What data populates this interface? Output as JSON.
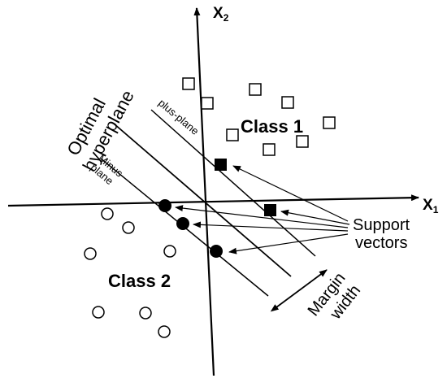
{
  "axes": {
    "x_label": "X",
    "x_sub": "1",
    "y_label": "X",
    "y_sub": "2"
  },
  "labels": {
    "class1": "Class 1",
    "class2": "Class 2",
    "plus_plane": "plus-plane",
    "minus_plane_line1": "Minus",
    "minus_plane_line2": "plane",
    "optimal_line1": "Optimal",
    "optimal_line2": "hyperplane",
    "support_line1": "Support",
    "support_line2": "vectors",
    "margin_line1": "Margin",
    "margin_line2": "width"
  },
  "colors": {
    "ink": "#000000",
    "background": "#ffffff"
  }
}
